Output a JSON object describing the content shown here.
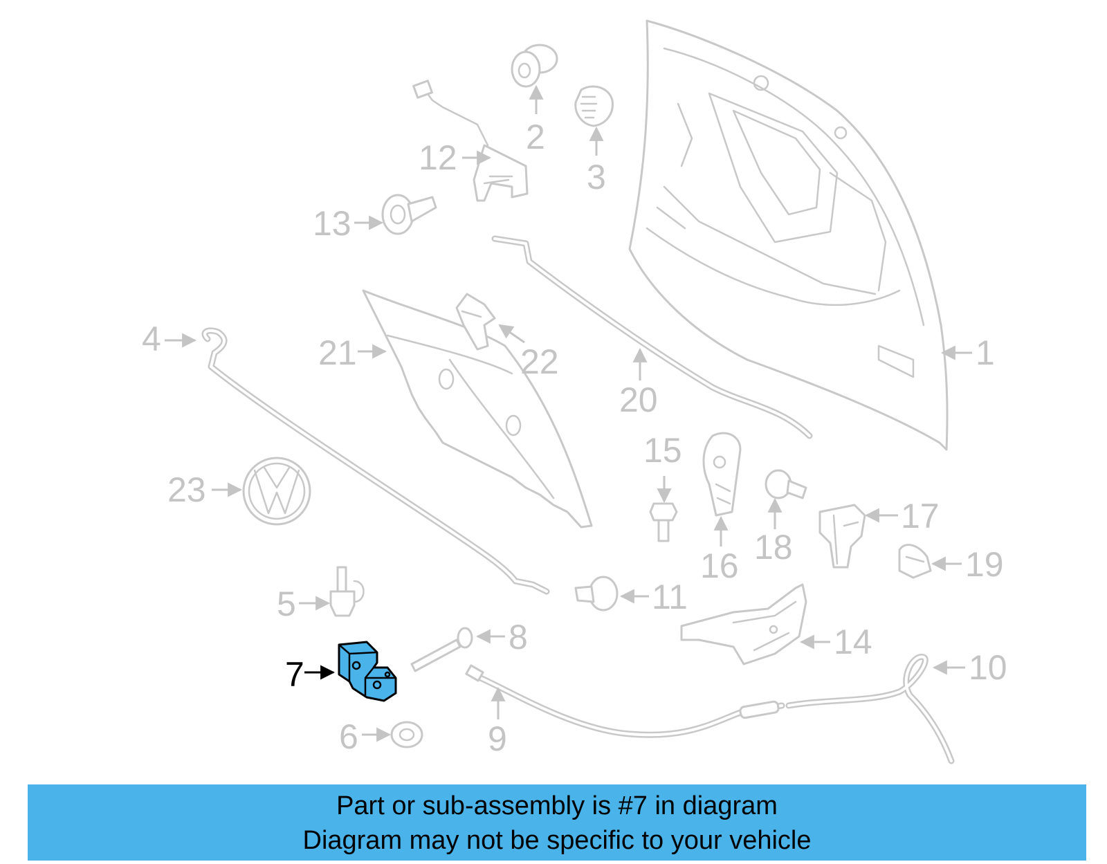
{
  "diagram": {
    "accent_color": "#4ab4ea",
    "highlight_part": "7",
    "callouts": [
      "1",
      "2",
      "3",
      "4",
      "5",
      "6",
      "7",
      "8",
      "9",
      "10",
      "11",
      "12",
      "13",
      "14",
      "15",
      "16",
      "17",
      "18",
      "19",
      "20",
      "21",
      "22",
      "23"
    ]
  },
  "banner": {
    "line1": "Part or sub-assembly is #7 in diagram",
    "line2": "Diagram may not be specific to your vehicle"
  }
}
